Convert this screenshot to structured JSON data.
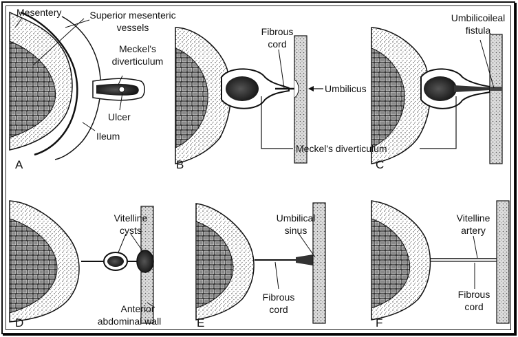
{
  "panels": [
    {
      "letter": "A",
      "labels": {
        "mesentery": "Mesentery",
        "superior_1": "Superior mesenteric",
        "superior_2": "vessels",
        "meckel_1": "Meckel's",
        "meckel_2": "diverticulum",
        "ulcer": "Ulcer",
        "ileum": "Ileum"
      }
    },
    {
      "letter": "B",
      "labels": {
        "fibrous_1": "Fibrous",
        "fibrous_2": "cord",
        "umbilicus": "Umbilicus"
      }
    },
    {
      "letter": "C",
      "labels": {
        "fistula_1": "Umbilicoileal",
        "fistula_2": "fistula"
      }
    },
    {
      "letter": "D",
      "labels": {
        "vitelline_1": "Vitelline",
        "vitelline_2": "cysts",
        "wall_1": "Anterior",
        "wall_2": "abdominal wall"
      }
    },
    {
      "letter": "E",
      "labels": {
        "sinus_1": "Umbilical",
        "sinus_2": "sinus",
        "fibrous_1": "Fibrous",
        "fibrous_2": "cord"
      }
    },
    {
      "letter": "F",
      "labels": {
        "artery_1": "Vitelline",
        "artery_2": "artery",
        "fibrous_1": "Fibrous",
        "fibrous_2": "cord"
      }
    }
  ],
  "shared": {
    "meckel_bc": "Meckel's diverticulum"
  }
}
